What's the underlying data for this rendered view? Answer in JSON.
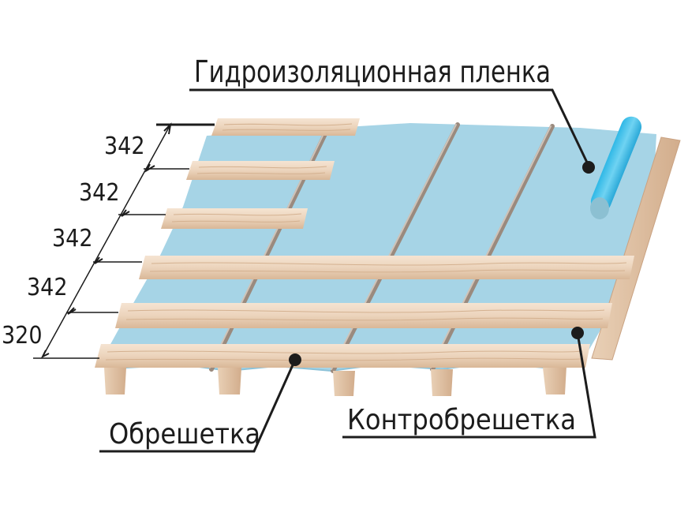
{
  "labels": {
    "membrane": "Гидроизоляционная пленка",
    "batten": "Обрешетка",
    "counter_batten": "Контробрешетка"
  },
  "dimensions": [
    "342",
    "342",
    "342",
    "342",
    "320"
  ],
  "colors": {
    "membrane": "#9fd0e3",
    "wood_light": "#f1ddc9",
    "wood_mid": "#e2c3a6",
    "wood_dark": "#c9a282",
    "roll": "#45c3ea",
    "line": "#1c1c1c"
  }
}
